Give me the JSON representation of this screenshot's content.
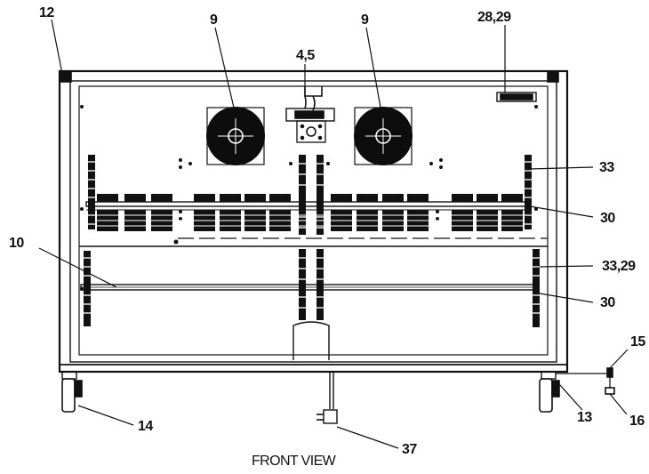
{
  "caption": "FRONT VIEW",
  "callouts": {
    "c12": "12",
    "c9_left": "9",
    "c4_5": "4,5",
    "c9_right": "9",
    "c28_29": "28,29",
    "c33": "33",
    "c30_upper": "30",
    "c10": "10",
    "c33_29": "33,29",
    "c30_lower": "30",
    "c15": "15",
    "c16": "16",
    "c13": "13",
    "c14": "14",
    "c37": "37"
  },
  "colors": {
    "line": "#111111",
    "fill_dark": "#0d0d0d",
    "background": "#ffffff"
  }
}
